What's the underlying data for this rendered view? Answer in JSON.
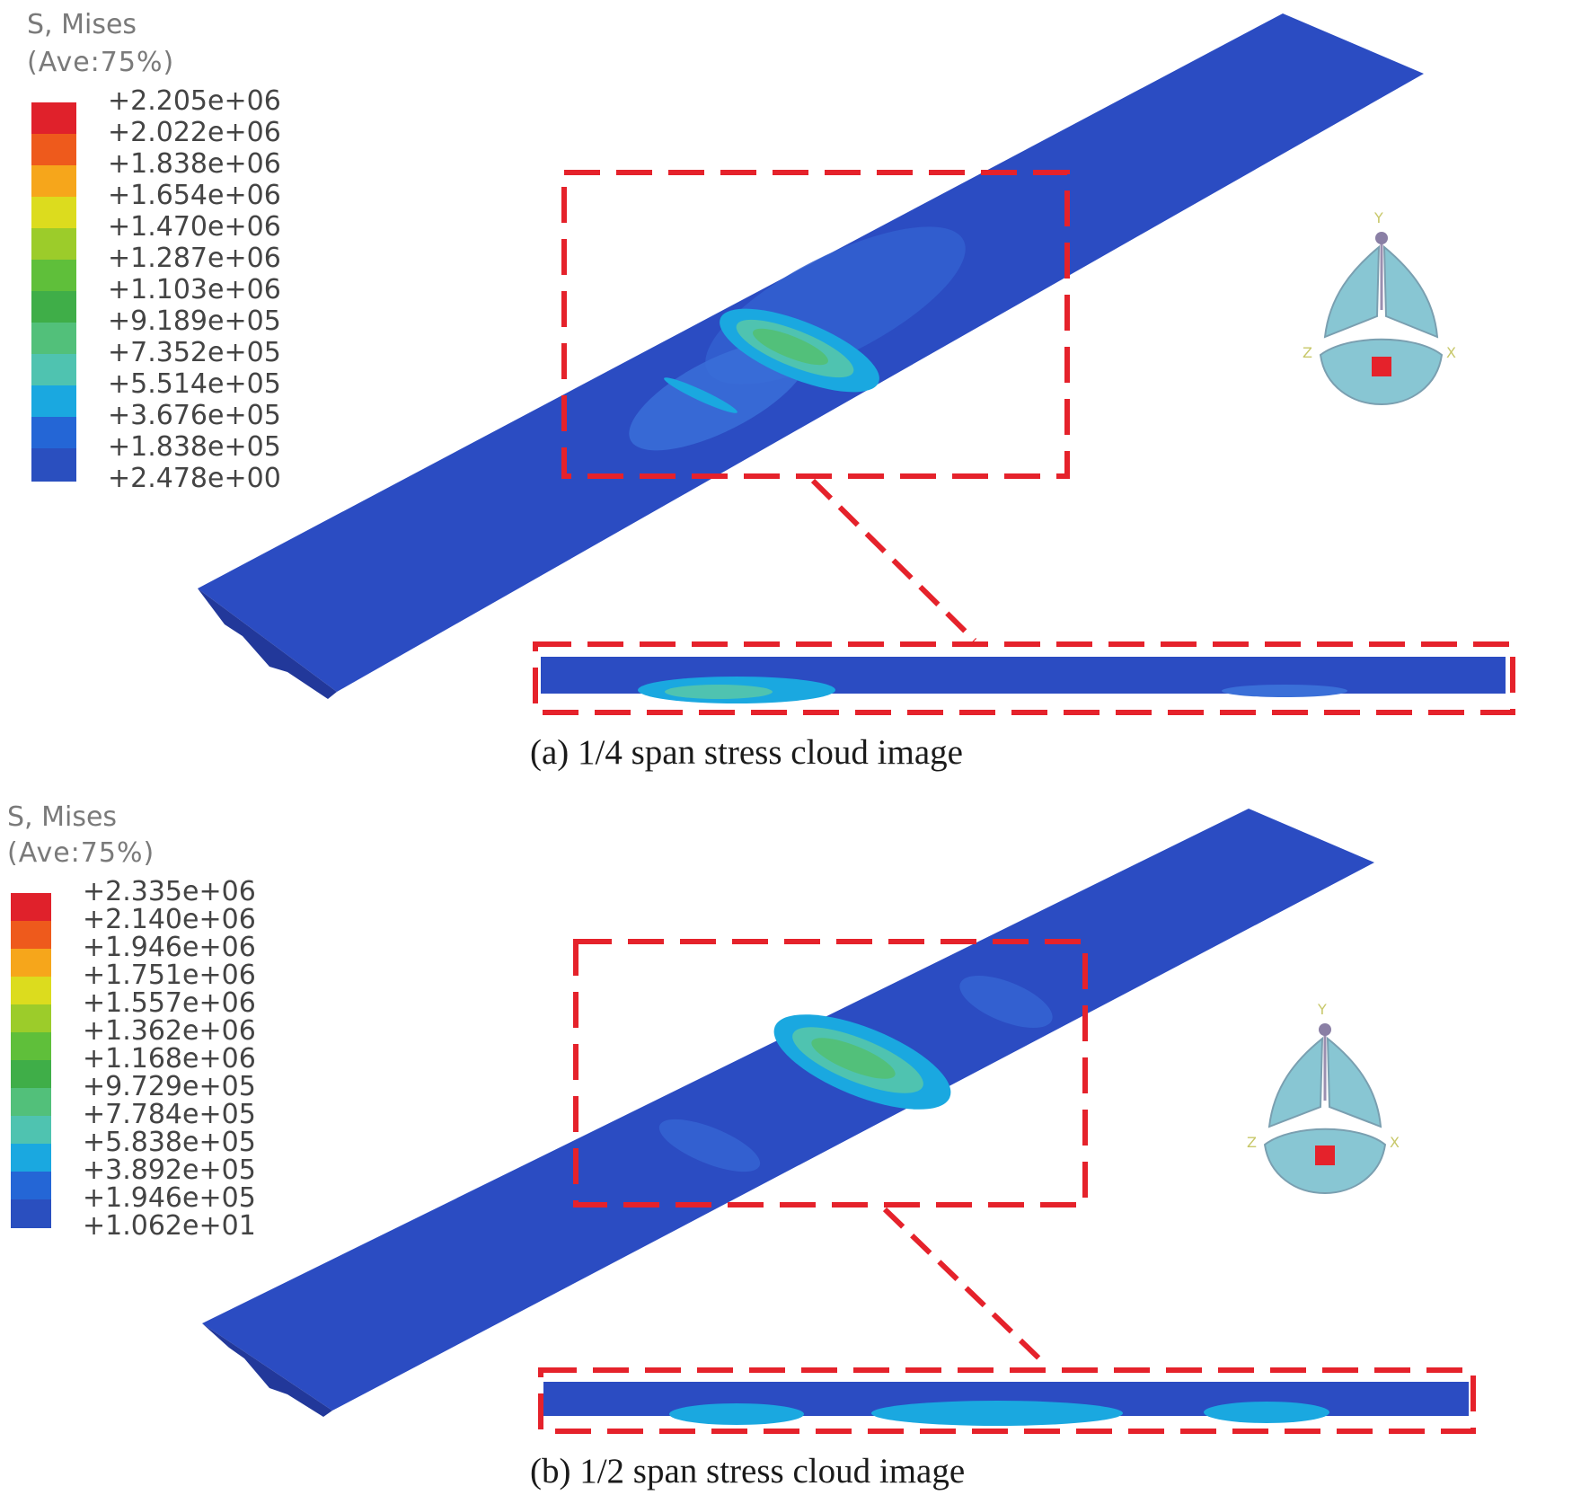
{
  "panels": [
    {
      "id": "a",
      "legend": {
        "title": "S, Mises",
        "subtitle": "(Ave:75%)",
        "levels": [
          "+2.205e+06",
          "+2.022e+06",
          "+1.838e+06",
          "+1.654e+06",
          "+1.470e+06",
          "+1.287e+06",
          "+1.103e+06",
          "+9.189e+05",
          "+7.352e+05",
          "+5.514e+05",
          "+3.676e+05",
          "+1.838e+05",
          "+2.478e+00"
        ]
      },
      "caption": "(a) 1/4 span stress cloud image",
      "axes": {
        "x": "X",
        "y": "Y",
        "z": "Z"
      }
    },
    {
      "id": "b",
      "legend": {
        "title": "S, Mises",
        "subtitle": "(Ave:75%)",
        "levels": [
          "+2.335e+06",
          "+2.140e+06",
          "+1.946e+06",
          "+1.751e+06",
          "+1.557e+06",
          "+1.362e+06",
          "+1.168e+06",
          "+9.729e+05",
          "+7.784e+05",
          "+5.838e+05",
          "+3.892e+05",
          "+1.946e+05",
          "+1.062e+01"
        ]
      },
      "caption": "(b) 1/2 span stress cloud image",
      "axes": {
        "x": "X",
        "y": "Y",
        "z": "Z"
      }
    }
  ],
  "colors": {
    "bands": [
      "#e0212b",
      "#ee5a1c",
      "#f6a61b",
      "#dcdc1e",
      "#9ccc2a",
      "#5fbf3a",
      "#3fae48",
      "#52c07a",
      "#4fc3b0",
      "#1aa8e0",
      "#2466d6",
      "#2a4fbf"
    ],
    "plate": "#2b4cc2",
    "plate_shadow": "#22389a",
    "highlight": "#e5222b",
    "triad": "#88c6d3"
  }
}
